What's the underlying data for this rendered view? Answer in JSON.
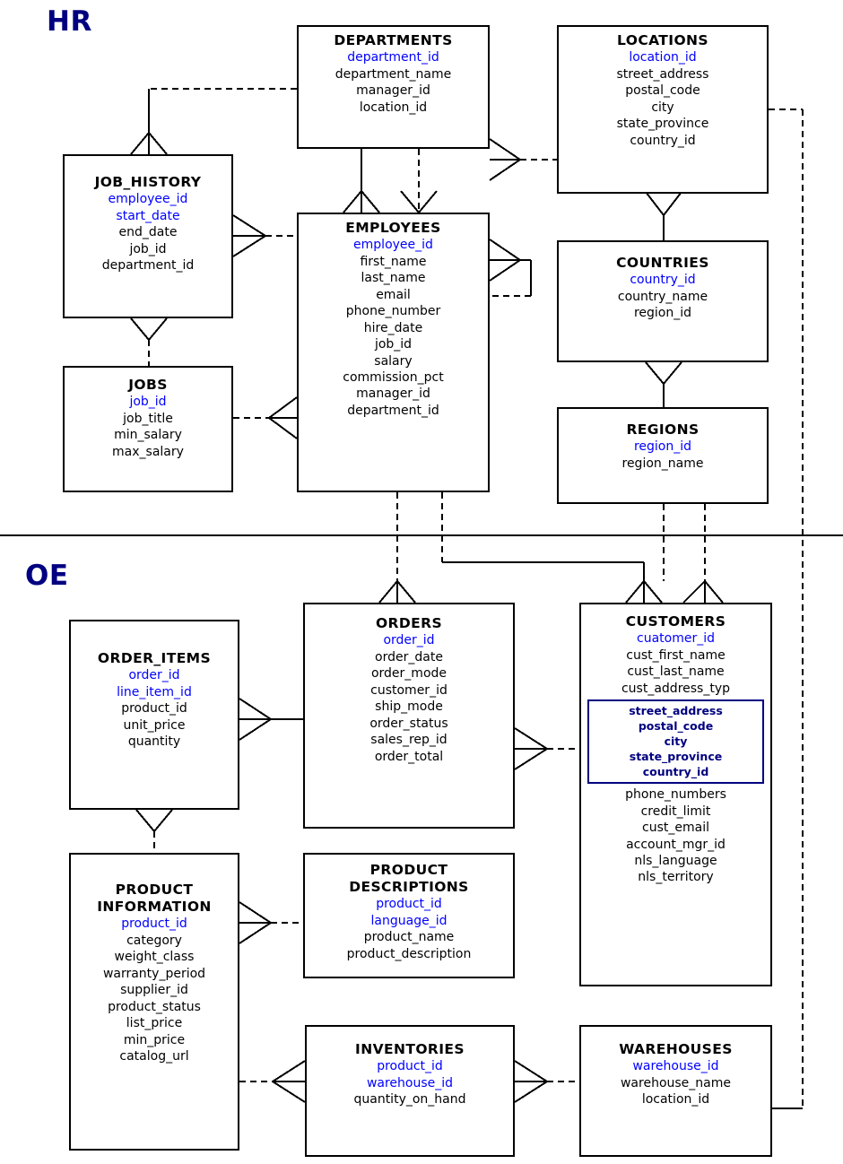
{
  "diagram": {
    "title": "HR / OE schema entity relationship diagram",
    "colors": {
      "key_attribute": "#0000ff",
      "nested_type": "#000080",
      "schema_label": "#000080",
      "line": "#000000",
      "background": "#ffffff"
    },
    "schema_labels": [
      {
        "name": "hr",
        "text": "HR"
      },
      {
        "name": "oe",
        "text": "OE"
      }
    ],
    "entities": {
      "departments": {
        "title": "DEPARTMENTS",
        "attributes": [
          {
            "text": "department_id",
            "key": true
          },
          {
            "text": "department_name",
            "key": false
          },
          {
            "text": "manager_id",
            "key": false
          },
          {
            "text": "location_id",
            "key": false
          }
        ]
      },
      "locations": {
        "title": "LOCATIONS",
        "attributes": [
          {
            "text": "location_id",
            "key": true
          },
          {
            "text": "street_address",
            "key": false
          },
          {
            "text": "postal_code",
            "key": false
          },
          {
            "text": "city",
            "key": false
          },
          {
            "text": "state_province",
            "key": false
          },
          {
            "text": "country_id",
            "key": false
          }
        ]
      },
      "job_history": {
        "title": "JOB_HISTORY",
        "attributes": [
          {
            "text": "employee_id",
            "key": true
          },
          {
            "text": "start_date",
            "key": true
          },
          {
            "text": "end_date",
            "key": false
          },
          {
            "text": "job_id",
            "key": false
          },
          {
            "text": "department_id",
            "key": false
          }
        ]
      },
      "employees": {
        "title": "EMPLOYEES",
        "attributes": [
          {
            "text": "employee_id",
            "key": true
          },
          {
            "text": "first_name",
            "key": false
          },
          {
            "text": "last_name",
            "key": false
          },
          {
            "text": "email",
            "key": false
          },
          {
            "text": "phone_number",
            "key": false
          },
          {
            "text": "hire_date",
            "key": false
          },
          {
            "text": "job_id",
            "key": false
          },
          {
            "text": "salary",
            "key": false
          },
          {
            "text": "commission_pct",
            "key": false
          },
          {
            "text": "manager_id",
            "key": false
          },
          {
            "text": "department_id",
            "key": false
          }
        ]
      },
      "countries": {
        "title": "COUNTRIES",
        "attributes": [
          {
            "text": "country_id",
            "key": true
          },
          {
            "text": "country_name",
            "key": false
          },
          {
            "text": "region_id",
            "key": false
          }
        ]
      },
      "jobs": {
        "title": "JOBS",
        "attributes": [
          {
            "text": "job_id",
            "key": true
          },
          {
            "text": "job_title",
            "key": false
          },
          {
            "text": "min_salary",
            "key": false
          },
          {
            "text": "max_salary",
            "key": false
          }
        ]
      },
      "regions": {
        "title": "REGIONS",
        "attributes": [
          {
            "text": "region_id",
            "key": true
          },
          {
            "text": "region_name",
            "key": false
          }
        ]
      },
      "order_items": {
        "title": "ORDER_ITEMS",
        "attributes": [
          {
            "text": "order_id",
            "key": true
          },
          {
            "text": "line_item_id",
            "key": true
          },
          {
            "text": "product_id",
            "key": false
          },
          {
            "text": "unit_price",
            "key": false
          },
          {
            "text": "quantity",
            "key": false
          }
        ]
      },
      "orders": {
        "title": "ORDERS",
        "attributes": [
          {
            "text": "order_id",
            "key": true
          },
          {
            "text": "order_date",
            "key": false
          },
          {
            "text": "order_mode",
            "key": false
          },
          {
            "text": "customer_id",
            "key": false
          },
          {
            "text": "ship_mode",
            "key": false
          },
          {
            "text": "order_status",
            "key": false
          },
          {
            "text": "sales_rep_id",
            "key": false
          },
          {
            "text": "order_total",
            "key": false
          }
        ]
      },
      "customers": {
        "title": "CUSTOMERS",
        "attributes_top": [
          {
            "text": "cuatomer_id",
            "key": true
          },
          {
            "text": "cust_first_name",
            "key": false
          },
          {
            "text": "cust_last_name",
            "key": false
          },
          {
            "text": "cust_address_typ",
            "key": false
          }
        ],
        "nested_type_attributes": [
          {
            "text": "street_address"
          },
          {
            "text": "postal_code"
          },
          {
            "text": "city"
          },
          {
            "text": "state_province"
          },
          {
            "text": "country_id"
          }
        ],
        "attributes_bottom": [
          {
            "text": "phone_numbers",
            "key": false
          },
          {
            "text": "credit_limit",
            "key": false
          },
          {
            "text": "cust_email",
            "key": false
          },
          {
            "text": "account_mgr_id",
            "key": false
          },
          {
            "text": "nls_language",
            "key": false
          },
          {
            "text": "nls_territory",
            "key": false
          }
        ]
      },
      "product_information": {
        "title": "PRODUCT\nINFORMATION",
        "attributes": [
          {
            "text": "product_id",
            "key": true
          },
          {
            "text": "category",
            "key": false
          },
          {
            "text": "weight_class",
            "key": false
          },
          {
            "text": "warranty_period",
            "key": false
          },
          {
            "text": "supplier_id",
            "key": false
          },
          {
            "text": "product_status",
            "key": false
          },
          {
            "text": "list_price",
            "key": false
          },
          {
            "text": "min_price",
            "key": false
          },
          {
            "text": "catalog_url",
            "key": false
          }
        ]
      },
      "product_descriptions": {
        "title": "PRODUCT\nDESCRIPTIONS",
        "attributes": [
          {
            "text": "product_id",
            "key": true
          },
          {
            "text": "language_id",
            "key": true
          },
          {
            "text": "product_name",
            "key": false
          },
          {
            "text": "product_description",
            "key": false
          }
        ]
      },
      "inventories": {
        "title": "INVENTORIES",
        "attributes": [
          {
            "text": "product_id",
            "key": true
          },
          {
            "text": "warehouse_id",
            "key": true
          },
          {
            "text": "quantity_on_hand",
            "key": false
          }
        ]
      },
      "warehouses": {
        "title": "WAREHOUSES",
        "attributes": [
          {
            "text": "warehouse_id",
            "key": true
          },
          {
            "text": "warehouse_name",
            "key": false
          },
          {
            "text": "location_id",
            "key": false
          }
        ]
      }
    }
  }
}
